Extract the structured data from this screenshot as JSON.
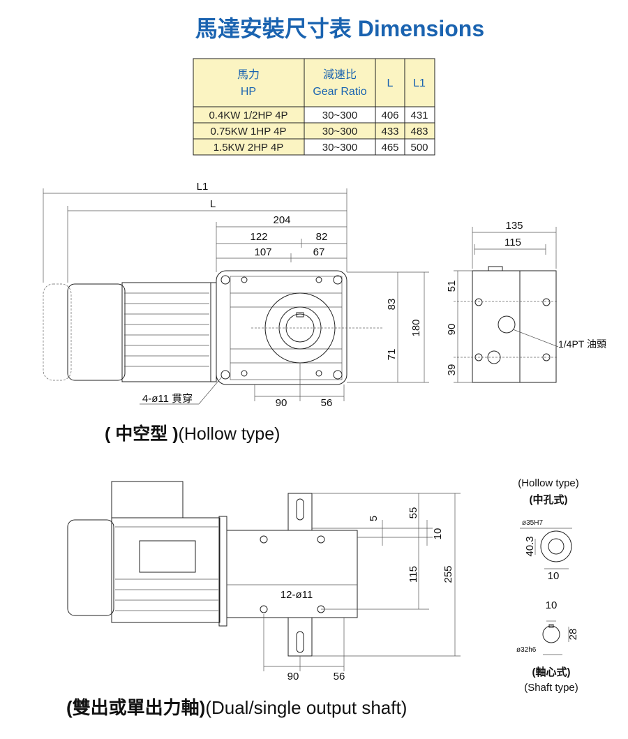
{
  "title": "馬達安裝尺寸表 Dimensions",
  "table": {
    "headers": [
      {
        "line1": "馬力",
        "line2": "HP"
      },
      {
        "line1": "減速比",
        "line2": "Gear Ratio"
      },
      {
        "line1": "L"
      },
      {
        "line1": "L1"
      }
    ],
    "rows": [
      [
        "0.4KW  1/2HP  4P",
        "30~300",
        "406",
        "431"
      ],
      [
        "0.75KW  1HP  4P",
        "30~300",
        "433",
        "483"
      ],
      [
        "1.5KW  2HP  4P",
        "30~300",
        "465",
        "500"
      ]
    ]
  },
  "hollow": {
    "dims": {
      "L1": "L1",
      "L": "L",
      "d204": "204",
      "d122": "122",
      "d82": "82",
      "d107": "107",
      "d67": "67",
      "d83": "83",
      "d71": "71",
      "d180": "180",
      "d90": "90",
      "d56": "56"
    },
    "hole_note": "4-ø11 貫穿",
    "side": {
      "d135": "135",
      "d115": "115",
      "d51": "51",
      "d90": "90",
      "d39": "39",
      "oil_note": "1/4PT 油頭"
    },
    "caption_cn": "( 中空型 )",
    "caption_en": "(Hollow type)"
  },
  "shaft": {
    "dims": {
      "d5": "5",
      "d55": "55",
      "d10": "10",
      "d115": "115",
      "d255": "255",
      "d90": "90",
      "d56": "56"
    },
    "hole_note": "12-ø11",
    "caption_cn": "(雙出或單出力軸)",
    "caption_en": "(Dual/single output shaft)"
  },
  "details": {
    "hollow_en": "(Hollow type)",
    "hollow_cn": "(中孔式)",
    "hollow_dia": "ø35H7",
    "hollow_h": "40.3",
    "hollow_key": "10",
    "shaft_key": "10",
    "shaft_h": "28",
    "shaft_dia": "ø32h6",
    "shaft_cn": "(軸心式)",
    "shaft_en": "(Shaft type)"
  },
  "colors": {
    "title": "#1a63b0",
    "header_bg": "#fbf4c2"
  }
}
